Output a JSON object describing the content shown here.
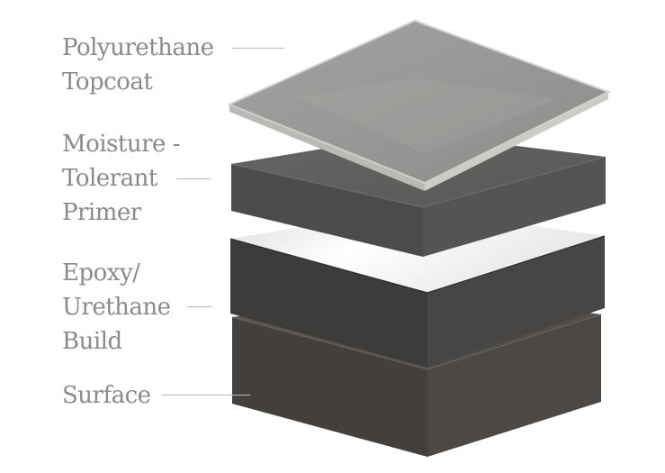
{
  "diagram": {
    "layers": [
      {
        "id": "topcoat",
        "label_lines": [
          "Polyurethane",
          "Topcoat"
        ],
        "colors": {
          "top": "#9b9b99",
          "top_highlight": "#aaaaa8",
          "edge": "#c9c9c6",
          "left": "#8e8e8c",
          "right": "#b7b7b4"
        }
      },
      {
        "id": "primer",
        "label_lines": [
          "Moisture -",
          "Tolerant",
          "Primer"
        ],
        "colors": {
          "top": "#5f5f5e",
          "left": "#4a4a4a",
          "right": "#535352",
          "edge": "#6a6a69"
        }
      },
      {
        "id": "build",
        "label_lines": [
          "Epoxy/",
          "Urethane",
          "Build"
        ],
        "colors": {
          "top": "#f4f4f4",
          "top_shade": "#d8d8d8",
          "left": "#3f3f3e",
          "right": "#4a4a49",
          "edge": "#2e2e2d"
        }
      },
      {
        "id": "surface",
        "label_lines": [
          "Surface"
        ],
        "colors": {
          "top": "#55524f",
          "left": "#413f3d",
          "right": "#4a4745",
          "edge": "#5e5b58"
        }
      }
    ]
  }
}
